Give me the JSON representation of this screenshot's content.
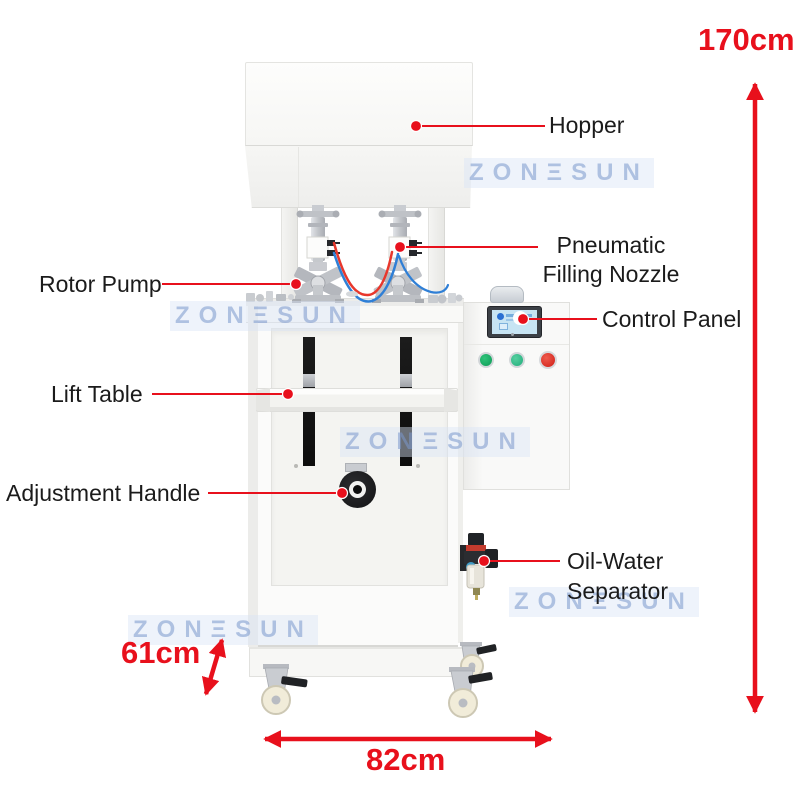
{
  "watermark": {
    "text": "ZONΞSUN"
  },
  "labels": {
    "hopper": "Hopper",
    "pneumatic_line1": "Pneumatic",
    "pneumatic_line2": "Filling Nozzle",
    "rotor_pump": "Rotor Pump",
    "control_panel": "Control Panel",
    "lift_table": "Lift Table",
    "adjustment_handle": "Adjustment Handle",
    "oil_water_line1": "Oil-Water",
    "oil_water_line2": "Separator"
  },
  "dimensions": {
    "height": "170cm",
    "depth": "61cm",
    "width": "82cm"
  },
  "colors": {
    "annotation_red": "#e8101c",
    "watermark_blue": "#7a98cc",
    "hose_red": "#e8372c",
    "hose_blue": "#2f7fd6",
    "button_green_1": "#0d9a56",
    "button_green_2": "#21ad7b",
    "button_red": "#cf1f17",
    "screen_blue": "#c7e4f3"
  }
}
